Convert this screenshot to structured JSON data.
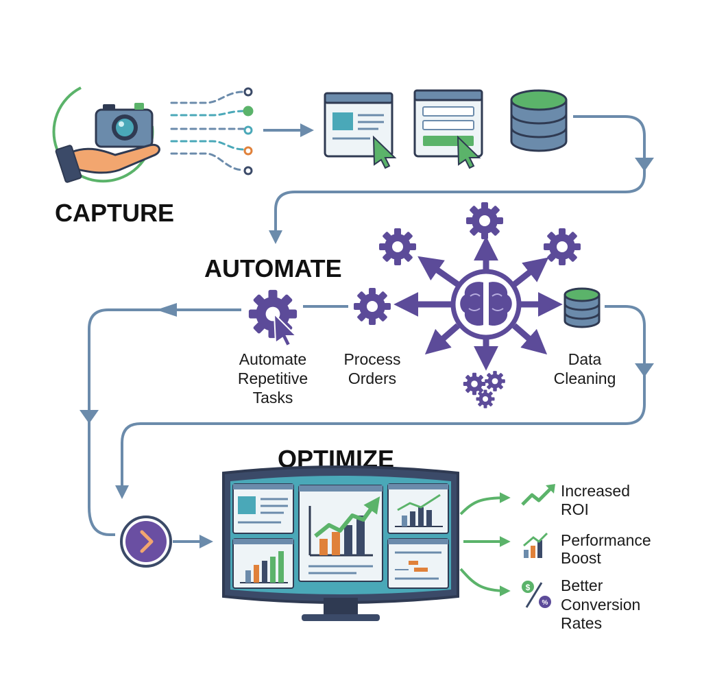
{
  "sections": {
    "capture": "CAPTURE",
    "automate": "AUTOMATE",
    "optimize": "OPTIMIZE"
  },
  "automate_labels": {
    "repetitive": [
      "Automate",
      "Repetitive",
      "Tasks"
    ],
    "orders": [
      "Process",
      "Orders"
    ],
    "cleaning": [
      "Data",
      "Cleaning"
    ]
  },
  "outcomes": [
    {
      "lines": [
        "Increased",
        "ROI"
      ],
      "icon": "trend-up-icon"
    },
    {
      "lines": [
        "Performance",
        "Boost"
      ],
      "icon": "bar-growth-icon"
    },
    {
      "lines": [
        "Better",
        "Conversion",
        "Rates"
      ],
      "icon": "dollar-percent-icon"
    }
  ],
  "colors": {
    "flow": "#6b8bab",
    "navy": "#3b4a68",
    "purple": "#5c4b99",
    "green": "#5bb36a",
    "teal": "#4aa8b8",
    "orange": "#e0813a"
  }
}
